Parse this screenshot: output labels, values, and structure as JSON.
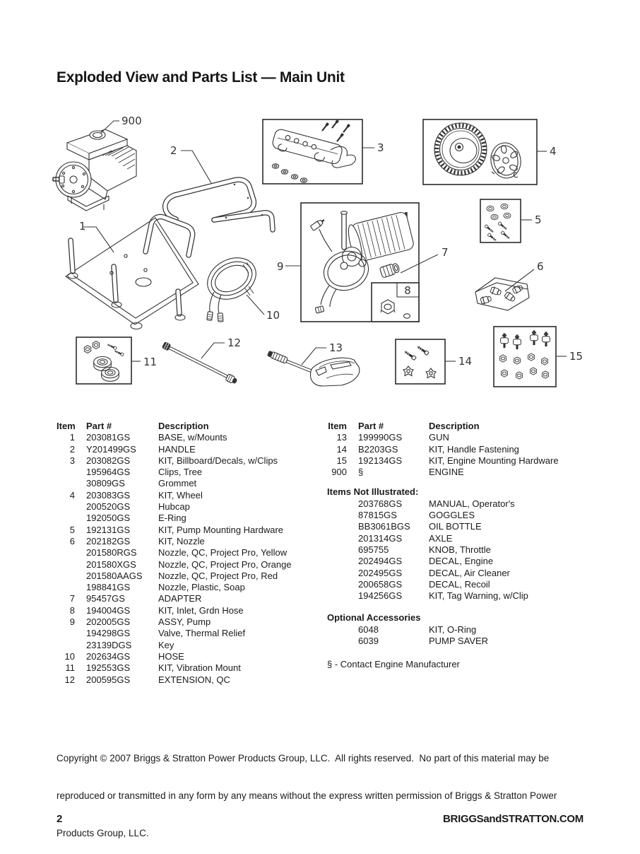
{
  "title": "Exploded View and Parts List — Main Unit",
  "columns": {
    "item": "Item",
    "part": "Part #",
    "desc": "Description"
  },
  "left_rows": [
    {
      "item": "1",
      "part": "203081GS",
      "desc": "BASE, w/Mounts"
    },
    {
      "item": "2",
      "part": "Y201499GS",
      "desc": "HANDLE"
    },
    {
      "item": "3",
      "part": "203082GS",
      "desc": "KIT, Billboard/Decals, w/Clips"
    },
    {
      "item": "",
      "part": "195964GS",
      "desc": "Clips, Tree"
    },
    {
      "item": "",
      "part": "30809GS",
      "desc": "Grommet"
    },
    {
      "item": "4",
      "part": "203083GS",
      "desc": "KIT, Wheel"
    },
    {
      "item": "",
      "part": "200520GS",
      "desc": "Hubcap"
    },
    {
      "item": "",
      "part": "192050GS",
      "desc": "E-Ring"
    },
    {
      "item": "5",
      "part": "192131GS",
      "desc": "KIT, Pump Mounting Hardware"
    },
    {
      "item": "6",
      "part": "202182GS",
      "desc": "KIT, Nozzle"
    },
    {
      "item": "",
      "part": "201580RGS",
      "desc": "Nozzle, QC, Project Pro, Yellow"
    },
    {
      "item": "",
      "part": "201580XGS",
      "desc": "Nozzle, QC, Project Pro, Orange"
    },
    {
      "item": "",
      "part": "201580AAGS",
      "desc": "Nozzle, QC, Project Pro, Red"
    },
    {
      "item": "",
      "part": "198841GS",
      "desc": "Nozzle, Plastic, Soap"
    },
    {
      "item": "7",
      "part": "95457GS",
      "desc": "ADAPTER"
    },
    {
      "item": "8",
      "part": "194004GS",
      "desc": "KIT, Inlet, Grdn Hose"
    },
    {
      "item": "9",
      "part": "202005GS",
      "desc": "ASSY, Pump"
    },
    {
      "item": "",
      "part": "194298GS",
      "desc": "Valve, Thermal Relief"
    },
    {
      "item": "",
      "part": "23139DGS",
      "desc": "Key"
    },
    {
      "item": "10",
      "part": "202634GS",
      "desc": "HOSE"
    },
    {
      "item": "11",
      "part": "192553GS",
      "desc": "KIT, Vibration Mount"
    },
    {
      "item": "12",
      "part": "200595GS",
      "desc": "EXTENSION, QC"
    }
  ],
  "right_rows": [
    {
      "item": "13",
      "part": "199990GS",
      "desc": "GUN"
    },
    {
      "item": "14",
      "part": "B2203GS",
      "desc": "KIT, Handle Fastening"
    },
    {
      "item": "15",
      "part": "192134GS",
      "desc": "KIT, Engine Mounting Hardware"
    },
    {
      "item": "900",
      "part": "§",
      "desc": "ENGINE"
    }
  ],
  "not_illustrated": {
    "heading": "Items Not Illustrated:",
    "rows": [
      {
        "item": "",
        "part": "203768GS",
        "desc": "MANUAL, Operator's"
      },
      {
        "item": "",
        "part": "87815GS",
        "desc": "GOGGLES"
      },
      {
        "item": "",
        "part": "BB3061BGS",
        "desc": "OIL BOTTLE"
      },
      {
        "item": "",
        "part": "201314GS",
        "desc": "AXLE"
      },
      {
        "item": "",
        "part": "695755",
        "desc": "KNOB, Throttle"
      },
      {
        "item": "",
        "part": "202494GS",
        "desc": "DECAL, Engine"
      },
      {
        "item": "",
        "part": "202495GS",
        "desc": "DECAL,  Air Cleaner"
      },
      {
        "item": "",
        "part": "200658GS",
        "desc": "DECAL, Recoil"
      },
      {
        "item": "",
        "part": "194256GS",
        "desc": "KIT, Tag Warning, w/Clip"
      }
    ]
  },
  "optional": {
    "heading": "Optional Accessories",
    "rows": [
      {
        "item": "",
        "part": "6048",
        "desc": "KIT, O-Ring"
      },
      {
        "item": "",
        "part": "6039",
        "desc": "PUMP SAVER"
      }
    ]
  },
  "footnote": "§ - Contact Engine Manufacturer",
  "copyright_lines": [
    "Copyright © 2007 Briggs & Stratton Power Products Group, LLC.  All rights reserved.  No part of this material may be",
    "reproduced or transmitted in any form by any means without the express written permission of Briggs & Stratton Power",
    "Products Group, LLC."
  ],
  "footer": {
    "page_number": "2",
    "website": "BRIGGSandSTRATTON.COM"
  },
  "diagram": {
    "callouts": {
      "c1": "1",
      "c2": "2",
      "c3": "3",
      "c4": "4",
      "c5": "5",
      "c6": "6",
      "c7": "7",
      "c8": "8",
      "c9": "9",
      "c10": "10",
      "c11": "11",
      "c12": "12",
      "c13": "13",
      "c14": "14",
      "c15": "15",
      "c900": "900"
    }
  }
}
